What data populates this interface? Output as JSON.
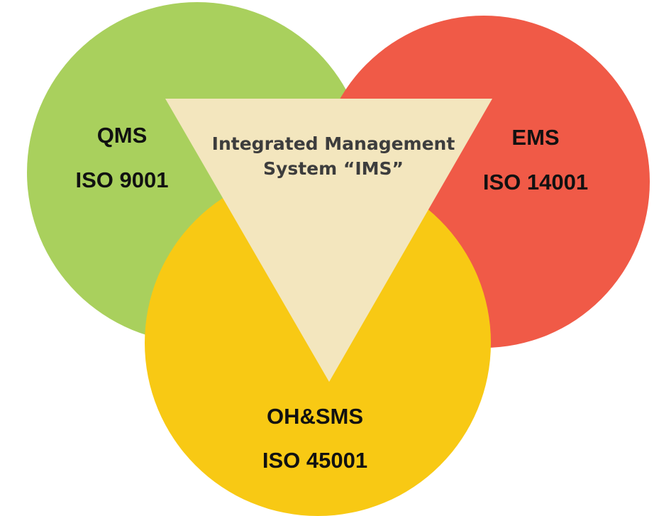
{
  "diagram": {
    "center": {
      "line1": "Integrated Management",
      "line2": "System “IMS”",
      "color": "#f3e6be"
    },
    "circles": [
      {
        "abbr": "QMS",
        "standard": "ISO 9001",
        "color": "#a9d05d"
      },
      {
        "abbr": "EMS",
        "standard": "ISO 14001",
        "color": "#f05a47"
      },
      {
        "abbr": "OH&SMS",
        "standard": "ISO 45001",
        "color": "#f8c914"
      }
    ]
  }
}
